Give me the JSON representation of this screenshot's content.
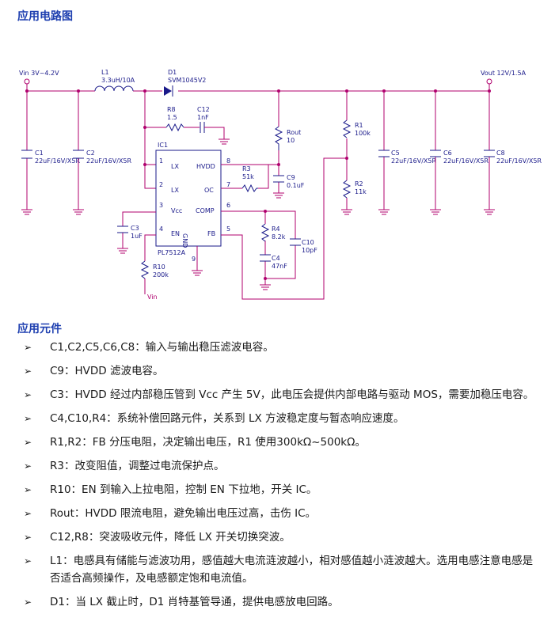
{
  "section1": {
    "title": "应用电路图"
  },
  "schematic": {
    "vin_label": "Vin 3V~4.2V",
    "vout_label": "Vout 12V/1.5A",
    "l1": {
      "ref": "L1",
      "value": "3.3uH/10A"
    },
    "d1": {
      "ref": "D1",
      "value": "SVM1045V2"
    },
    "r8": {
      "ref": "R8",
      "value": "1.5"
    },
    "c12": {
      "ref": "C12",
      "value": "1nF"
    },
    "ic": {
      "ref": "IC1",
      "part": "PL7512A",
      "pins": {
        "p1": "1",
        "p2": "2",
        "p3": "3",
        "p4": "4",
        "p5": "5",
        "p6": "6",
        "p7": "7",
        "p8": "8",
        "p9": "9",
        "lx1": "LX",
        "lx2": "LX",
        "vcc": "Vcc",
        "en": "EN",
        "hvdd": "HVDD",
        "oc": "OC",
        "comp": "COMP",
        "fb": "FB",
        "gnd": "GND"
      }
    },
    "c1": {
      "ref": "C1",
      "value": "22uF/16V/X5R"
    },
    "c2": {
      "ref": "C2",
      "value": "22uF/16V/X5R"
    },
    "c3": {
      "ref": "C3",
      "value": "1uF"
    },
    "r10": {
      "ref": "R10",
      "value": "200k"
    },
    "r10_net": "Vin",
    "rout": {
      "ref": "Rout",
      "value": "10"
    },
    "r3": {
      "ref": "R3",
      "value": "51k"
    },
    "c9": {
      "ref": "C9",
      "value": "0.1uF"
    },
    "r4": {
      "ref": "R4",
      "value": "8.2k"
    },
    "c4": {
      "ref": "C4",
      "value": "47nF"
    },
    "c10": {
      "ref": "C10",
      "value": "10pF"
    },
    "r1": {
      "ref": "R1",
      "value": "100k"
    },
    "r2": {
      "ref": "R2",
      "value": "11k"
    },
    "c5": {
      "ref": "C5",
      "value": "22uF/16V/X5R"
    },
    "c6": {
      "ref": "C6",
      "value": "22uF/16V/X5R"
    },
    "c8": {
      "ref": "C8",
      "value": "22uF/16V/X5R"
    }
  },
  "section2": {
    "title": "应用元件"
  },
  "bullet_glyph": "➢",
  "items": [
    "C1,C2,C5,C6,C8：输入与输出稳压滤波电容。",
    "C9：HVDD 滤波电容。",
    "C3：HVDD 经过内部稳压管到 Vcc 产生 5V，此电压会提供内部电路与驱动 MOS，需要加稳压电容。",
    "C4,C10,R4：系统补偿回路元件，关系到 LX 方波稳定度与暂态响应速度。",
    "R1,R2：FB 分压电阻，决定输出电压，R1 使用300kΩ~500kΩ。",
    "R3：改变阻值，调整过电流保护点。",
    "R10：EN 到输入上拉电阻，控制 EN 下拉地，开关 IC。",
    "Rout：HVDD 限流电阻，避免输出电压过高，击伤 IC。",
    "C12,R8：突波吸收元件，降低 LX 开关切换突波。",
    "L1：电感具有储能与滤波功用，感值越大电流涟波越小，相对感值越小涟波越大。选用电感注意电感是否适合高频操作，及电感额定饱和电流值。",
    "D1：当 LX 截止时，D1 肖特基管导通，提供电感放电回路。"
  ]
}
